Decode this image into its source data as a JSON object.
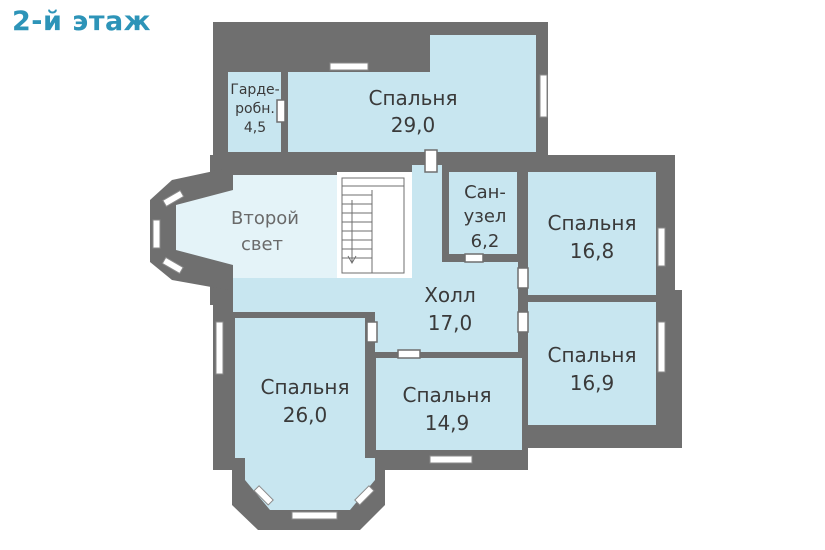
{
  "title": "2-й этаж",
  "colors": {
    "wall": "#6f6f6f",
    "room": "#c8e6f0",
    "second_light": "#e4f3f8",
    "window": "#ffffff",
    "title": "#2d94b8"
  },
  "rooms": {
    "wardrobe": {
      "name1": "Гарде-",
      "name2": "робн.",
      "area": "4,5"
    },
    "bedroom_top": {
      "name": "Спальня",
      "area": "29,0"
    },
    "second_light": {
      "name1": "Второй",
      "name2": "свет"
    },
    "bathroom": {
      "name1": "Сан-",
      "name2": "узел",
      "area": "6,2"
    },
    "bedroom_right_top": {
      "name": "Спальня",
      "area": "16,8"
    },
    "hall": {
      "name": "Холл",
      "area": "17,0"
    },
    "bedroom_right_bottom": {
      "name": "Спальня",
      "area": "16,9"
    },
    "bedroom_left": {
      "name": "Спальня",
      "area": "26,0"
    },
    "bedroom_middle": {
      "name": "Спальня",
      "area": "14,9"
    }
  }
}
